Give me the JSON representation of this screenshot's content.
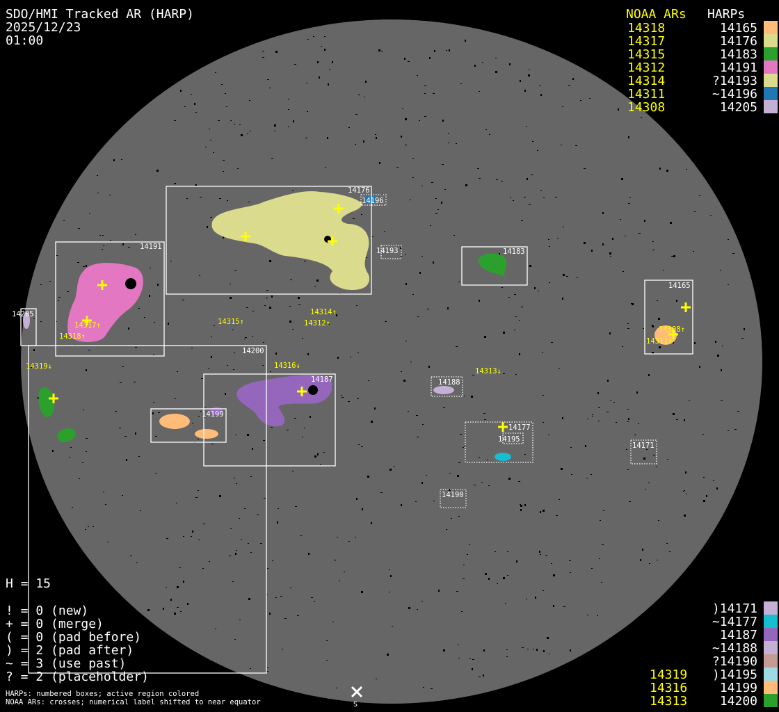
{
  "header": {
    "title": "SDO/HMI Tracked AR (HARP)",
    "date": "2025/12/23",
    "time": "01:00"
  },
  "legend_top": {
    "noaa_header": "NOAA ARs",
    "harp_header": "HARPs",
    "rows": [
      {
        "noaa": "14318",
        "harp": "14165",
        "color": "#ffbb78"
      },
      {
        "noaa": "14317",
        "harp": "14176",
        "color": "#dbdb8d"
      },
      {
        "noaa": "14315",
        "harp": "14183",
        "color": "#2ca02c"
      },
      {
        "noaa": "14312",
        "harp": "14191",
        "color": "#e377c2"
      },
      {
        "noaa": "14314",
        "harp": "?14193",
        "color": "#dbdb8d"
      },
      {
        "noaa": "14311",
        "harp": "~14196",
        "color": "#1f77b4"
      },
      {
        "noaa": "14308",
        "harp": "14205",
        "color": "#c5b0d5"
      }
    ]
  },
  "legend_bottom": {
    "rows": [
      {
        "noaa": "",
        "harp": ")14171",
        "color": "#c5b0d5"
      },
      {
        "noaa": "",
        "harp": "~14177",
        "color": "#17becf"
      },
      {
        "noaa": "",
        "harp": "14187",
        "color": "#9467bd"
      },
      {
        "noaa": "",
        "harp": "~14188",
        "color": "#c5b0d5"
      },
      {
        "noaa": "",
        "harp": "?14190",
        "color": "#c49c94"
      },
      {
        "noaa": "14319",
        "harp": ")14195",
        "color": "#9edae5"
      },
      {
        "noaa": "14316",
        "harp": "14199",
        "color": "#ffbb78"
      },
      {
        "noaa": "14313",
        "harp": "14200",
        "color": "#2ca02c"
      }
    ]
  },
  "stats": {
    "h": "H = 15",
    "lines": [
      "! = 0 (new)",
      "+ = 0 (merge)",
      "( = 0 (pad before)",
      ") = 2 (pad after)",
      "~ = 3 (use past)",
      "? = 2 (placeholder)"
    ]
  },
  "footer": {
    "line1": "HARPs: numbered boxes; active region colored",
    "line2": "NOAA ARs: crosses; numerical label shifted to near equator",
    "south_marker": "S"
  },
  "disk": {
    "harp_labels": {
      "h14176": "14176",
      "h14196": "14196",
      "h14193": "14193",
      "h14191": "14191",
      "h14205": "14205",
      "h14183": "14183",
      "h14165": "14165",
      "h14200": "14200",
      "h14187": "14187",
      "h14199": "14199",
      "h14188": "14188",
      "h14177": "14177",
      "h14195": "14195",
      "h14171": "14171",
      "h14190": "14190"
    },
    "noaa_labels": {
      "n14315": "14315↑",
      "n14312": "14312↑",
      "n14314": "14314↑",
      "n14317": "14317↑",
      "n14318": "14318↑",
      "n14319": "14319↓",
      "n14316": "14316↓",
      "n14313": "14313↓",
      "n14308": "14308↑",
      "n14311": "14311↑"
    },
    "colors": {
      "disk": "#666666",
      "label_noaa": "#ffff00",
      "label_harp": "#ffffff"
    }
  }
}
